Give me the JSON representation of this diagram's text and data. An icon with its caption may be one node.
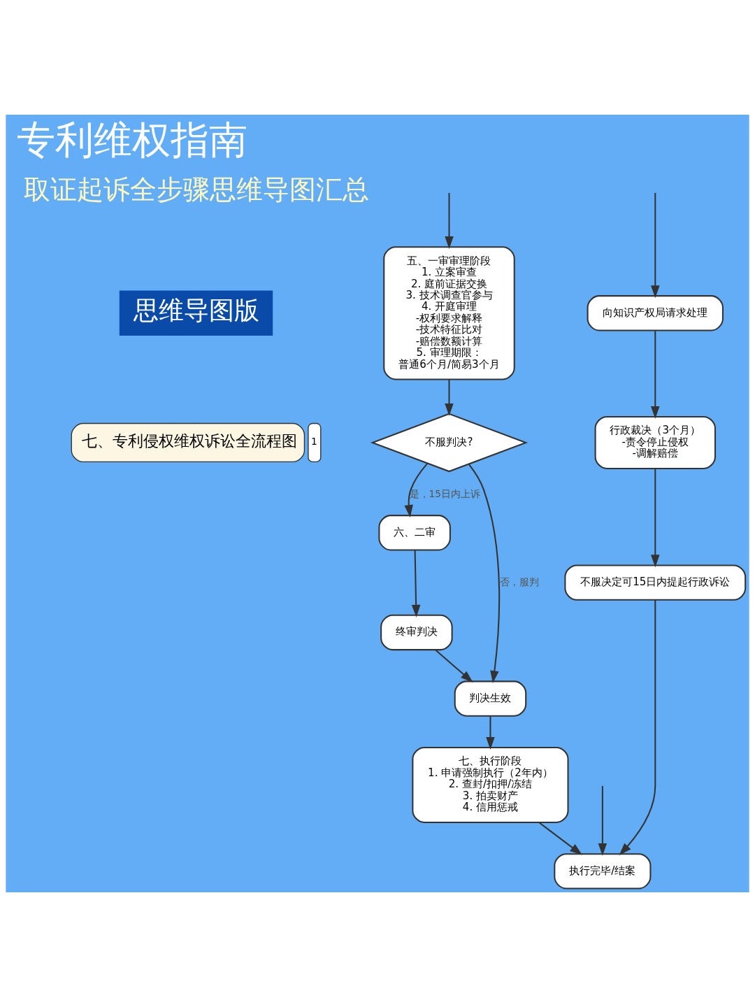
{
  "diagram": {
    "title": "专利维权指南",
    "nodes": [
      {
        "text": [
          "七、专利侵权维权诉讼全流程图"
        ],
        "beside": [
          "1"
        ]
      },
      {
        "text": [
          "向知识产权局请求处理"
        ]
      },
      {
        "text": [
          "行政裁决（3个月）",
          "-责令停止侵权",
          "-调解赔偿"
        ]
      },
      {
        "text": [
          "不服决定可15日内提起行政诉讼"
        ]
      },
      {
        "text": [
          "五、一审审理阶段",
          "1. 立案审查",
          "2. 庭前证据交换",
          "3. 技术调查官参与",
          "4. 开庭审理",
          "-权利要求解释",
          "-技术特征比对",
          "-赔偿数额计算",
          "5. 审理期限：",
          "普通6个月/简易3个月"
        ]
      },
      {
        "text": [
          "不服判决?"
        ]
      },
      {
        "text": [
          "六、二审"
        ]
      },
      {
        "text": [
          "终审判决"
        ]
      },
      {
        "text": [
          "判决生效"
        ]
      },
      {
        "text": [
          "七、执行阶段",
          "1. 申请强制执行（2年内）",
          "2. 查封/扣押/冻结",
          "3. 拍卖财产",
          "4. 信用惩戒"
        ]
      },
      {
        "text": [
          "执行完毕/结案"
        ]
      }
    ],
    "edges": [
      {
        "from": null,
        "to": 1,
        "arrow": "to"
      },
      {
        "from": 1,
        "to": 2,
        "arrow": "to"
      },
      {
        "from": 2,
        "to": 3,
        "arrow": "to"
      },
      {
        "from": 3,
        "to": 10,
        "arrow": "to"
      },
      {
        "from": null,
        "to": 10,
        "arrow": "to"
      },
      {
        "from": null,
        "to": 4,
        "arrow": "to"
      },
      {
        "from": 4,
        "to": 5,
        "arrow": "to"
      },
      {
        "from": 5,
        "to": 6,
        "arrow": "to",
        "label": "是，15日内上诉"
      },
      {
        "from": 6,
        "to": 7,
        "arrow": "to"
      },
      {
        "from": 7,
        "to": 8,
        "arrow": "to"
      },
      {
        "from": 5,
        "to": 8,
        "arrow": "to",
        "label": "否，服判"
      },
      {
        "from": 8,
        "to": 9,
        "arrow": "to"
      },
      {
        "from": 9,
        "to": 10,
        "arrow": "to"
      }
    ],
    "labels": [
      "取证起诉全步骤思维导图汇总",
      "思维导图版"
    ]
  }
}
